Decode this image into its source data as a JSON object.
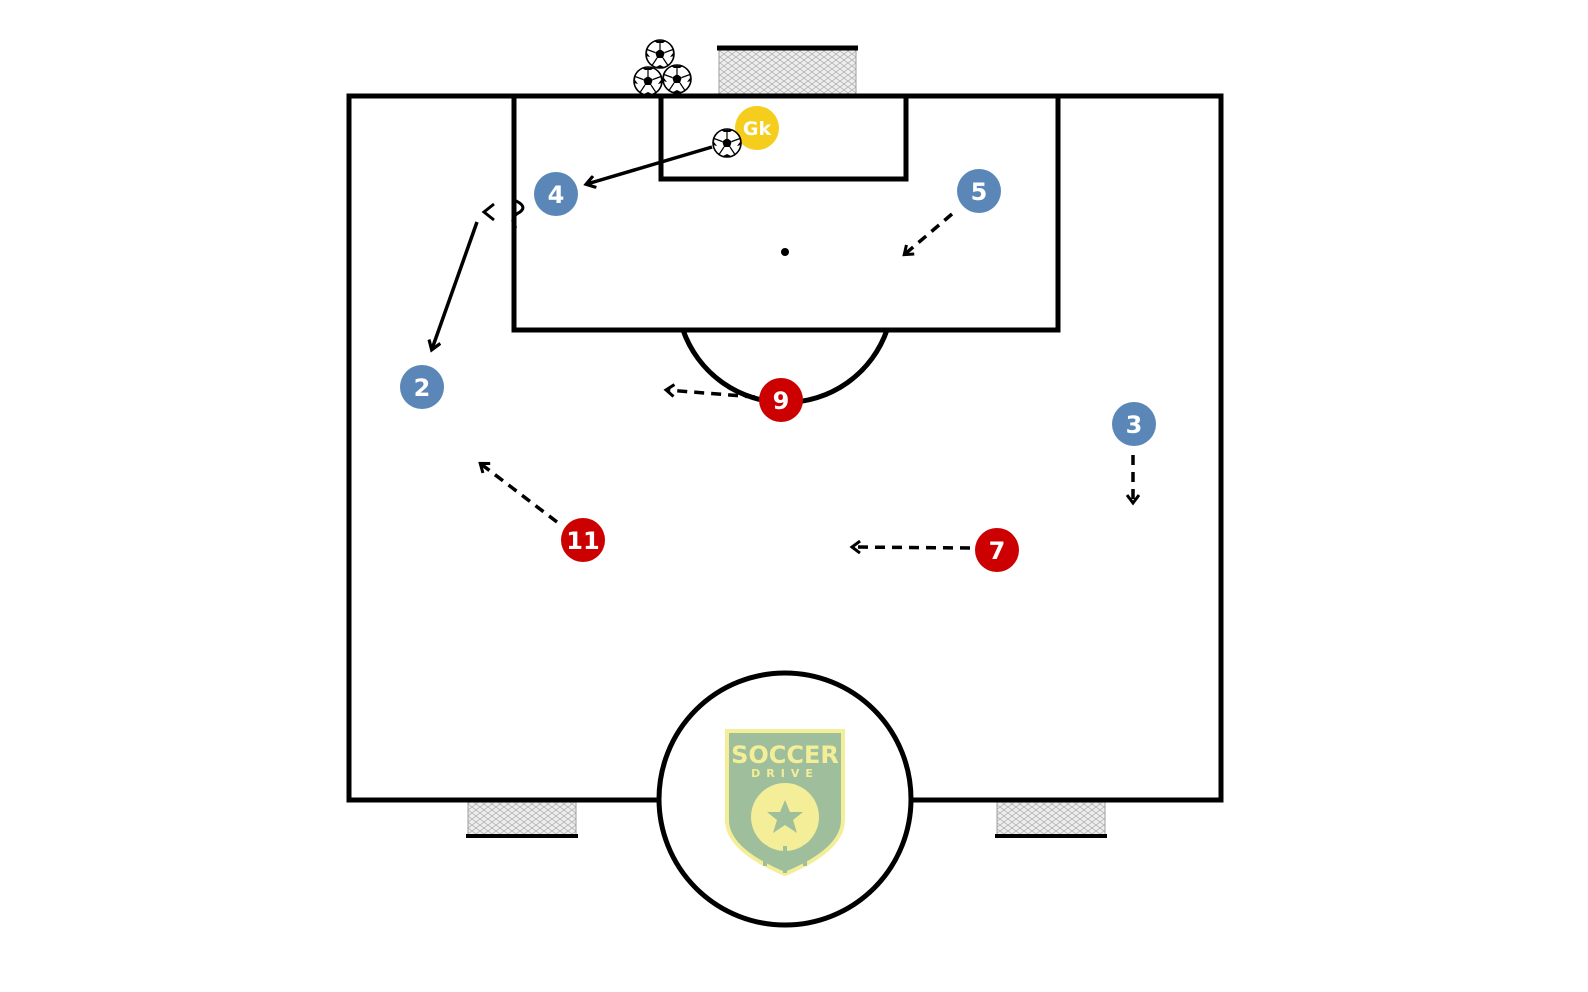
{
  "logo": {
    "line1": "SOCCER",
    "line2": "DRIVE",
    "colors": {
      "shield": "#8fb38a",
      "border": "#f2ec86",
      "text": "#f2ec86"
    }
  },
  "players": [
    {
      "id": "gk",
      "label": "Gk",
      "team": "keeper"
    },
    {
      "id": "p4",
      "label": "4",
      "team": "blue"
    },
    {
      "id": "p5",
      "label": "5",
      "team": "blue"
    },
    {
      "id": "p2",
      "label": "2",
      "team": "blue"
    },
    {
      "id": "p3",
      "label": "3",
      "team": "blue"
    },
    {
      "id": "p9",
      "label": "9",
      "team": "red"
    },
    {
      "id": "p11",
      "label": "11",
      "team": "red"
    },
    {
      "id": "p7",
      "label": "7",
      "team": "red"
    }
  ],
  "colors": {
    "blue": "#5b87b8",
    "red": "#cc0000",
    "keeper": "#f5cd1c",
    "lines": "#000000",
    "net": "#d8d8d8"
  }
}
